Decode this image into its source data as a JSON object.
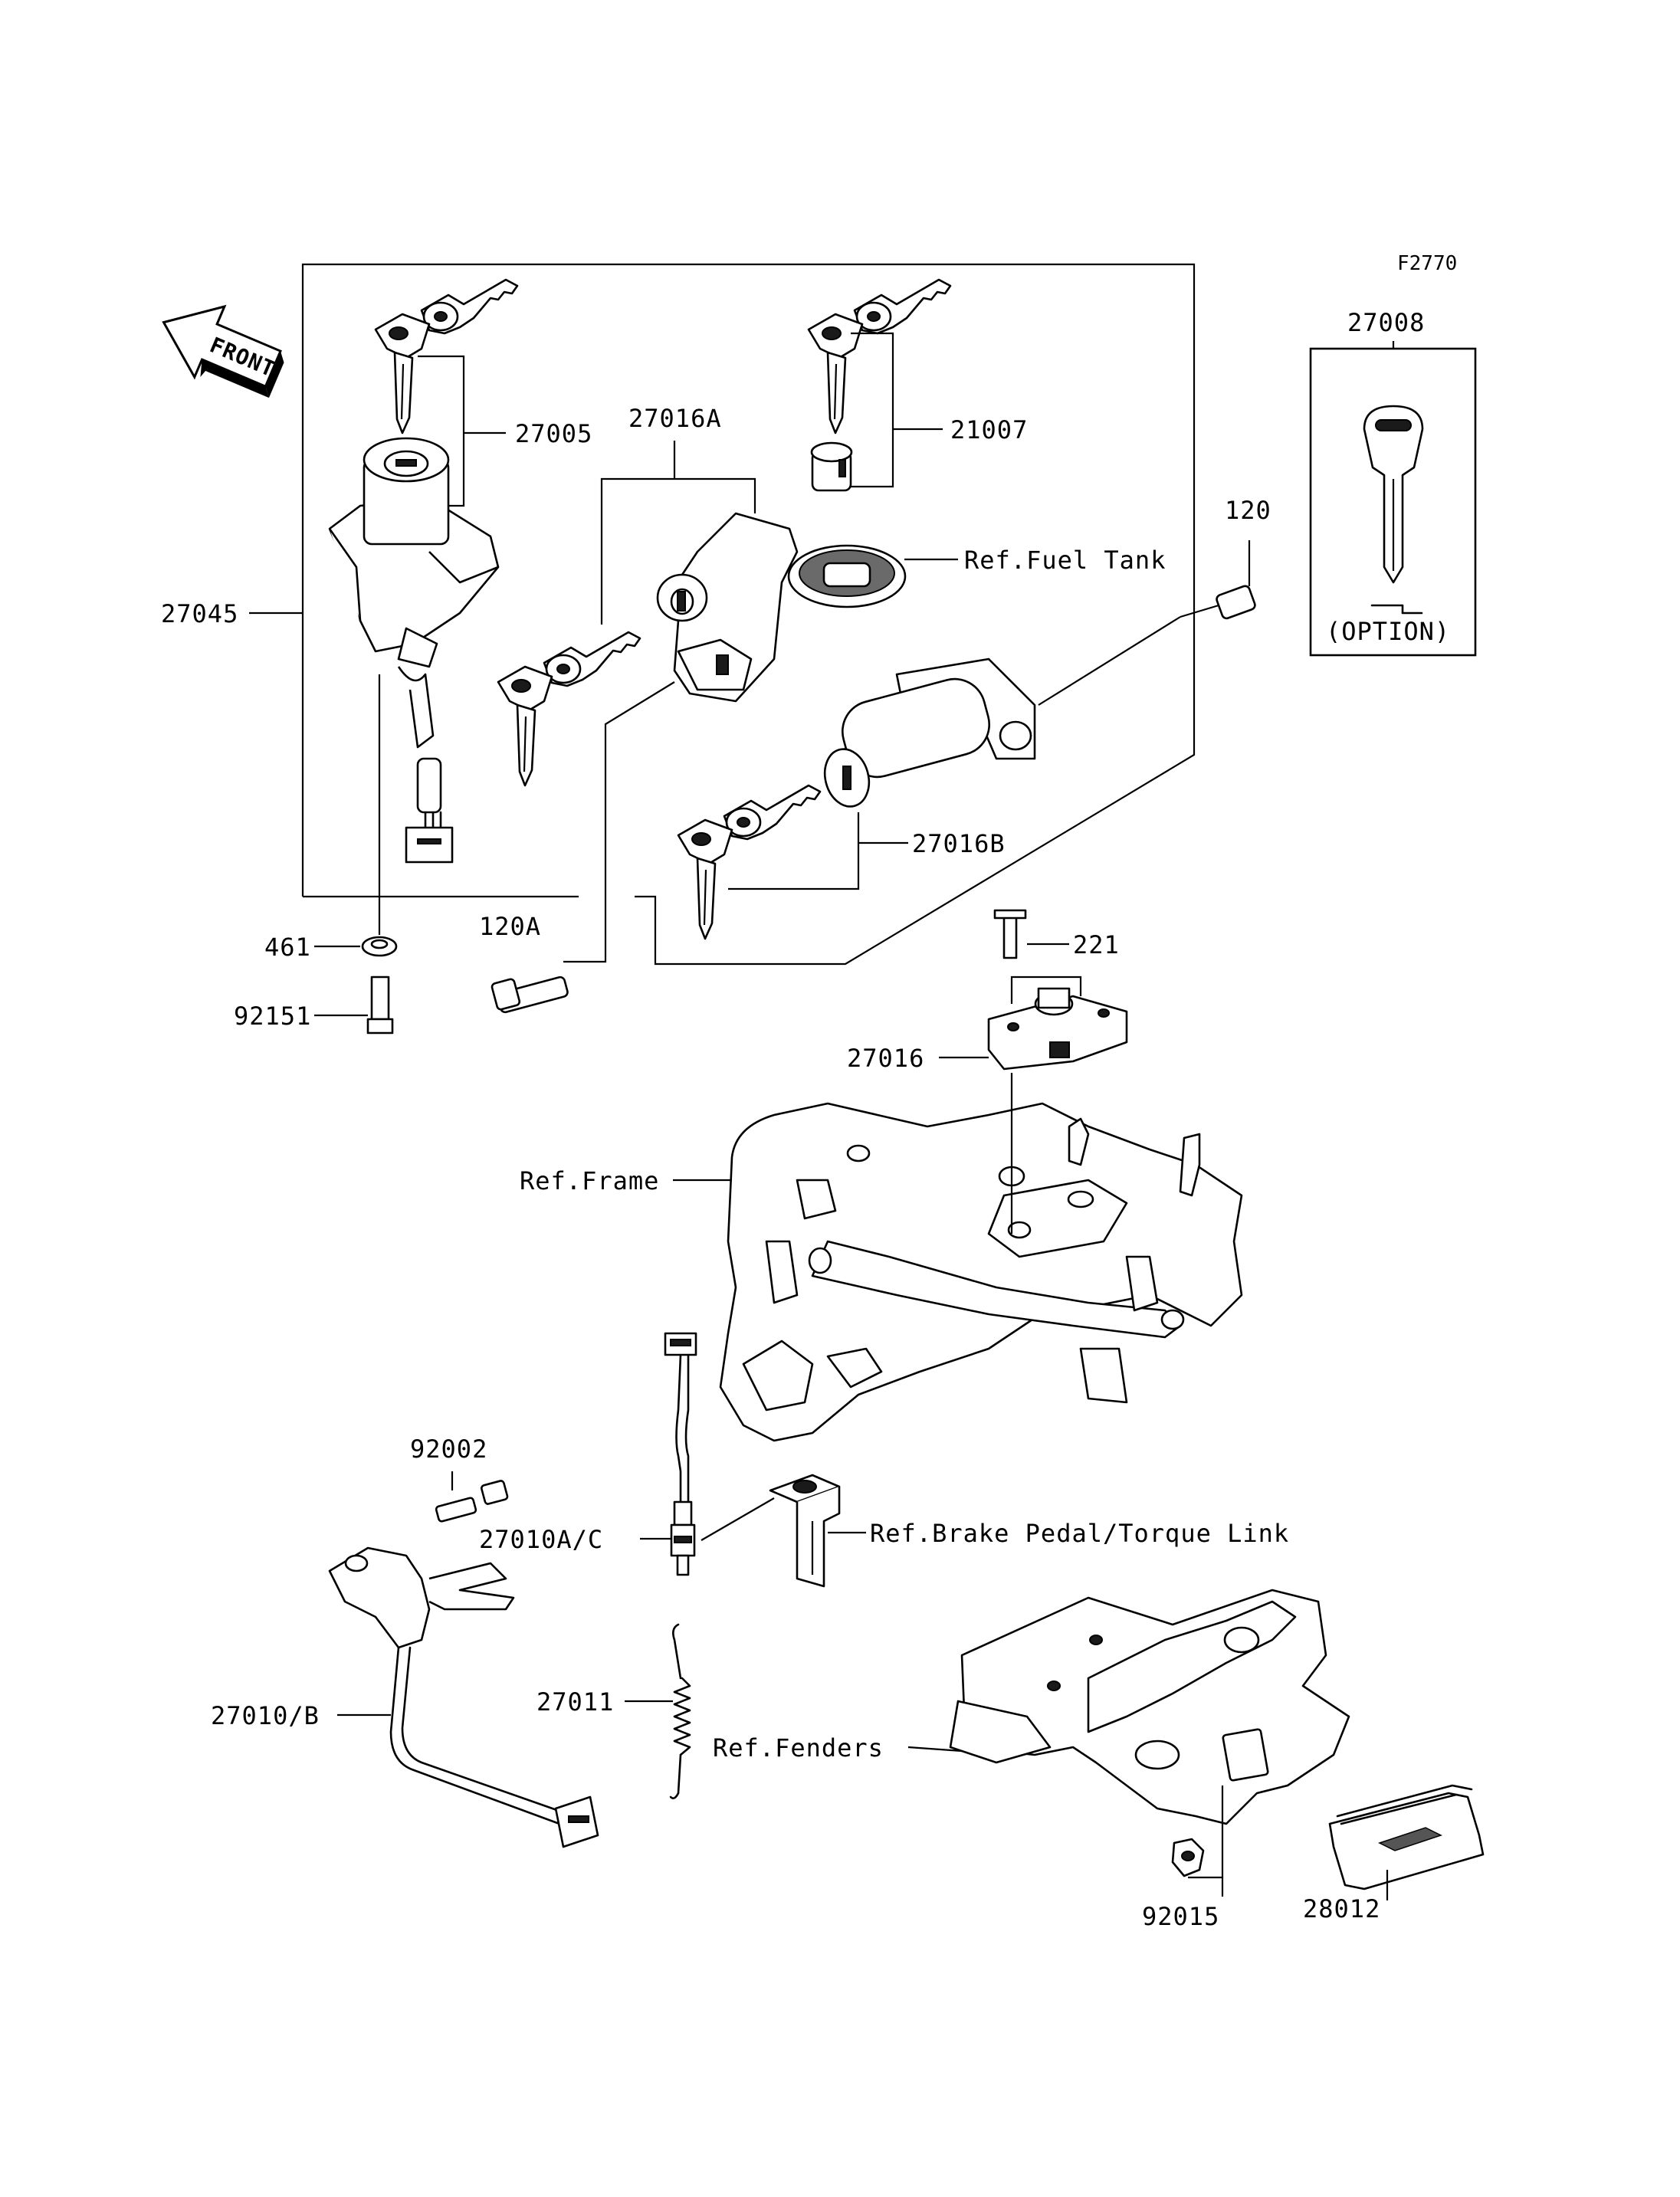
{
  "figure_code": "F2770",
  "front_badge": "FRONT",
  "parts": {
    "p27005": "27005",
    "p27016A": "27016A",
    "p21007": "21007",
    "ref_fuel_tank": "Ref.Fuel Tank",
    "p120": "120",
    "p27008": "27008",
    "option": "(OPTION)",
    "p27045": "27045",
    "p27016B": "27016B",
    "p461": "461",
    "p120A": "120A",
    "p92151": "92151",
    "p221": "221",
    "p27016": "27016",
    "ref_frame": "Ref.Frame",
    "p92002": "92002",
    "p27010AC": "27010A/C",
    "ref_brake": "Ref.Brake Pedal/Torque Link",
    "p27011": "27011",
    "ref_fenders": "Ref.Fenders",
    "p27010B": "27010/B",
    "p92015": "92015",
    "p28012": "28012"
  }
}
